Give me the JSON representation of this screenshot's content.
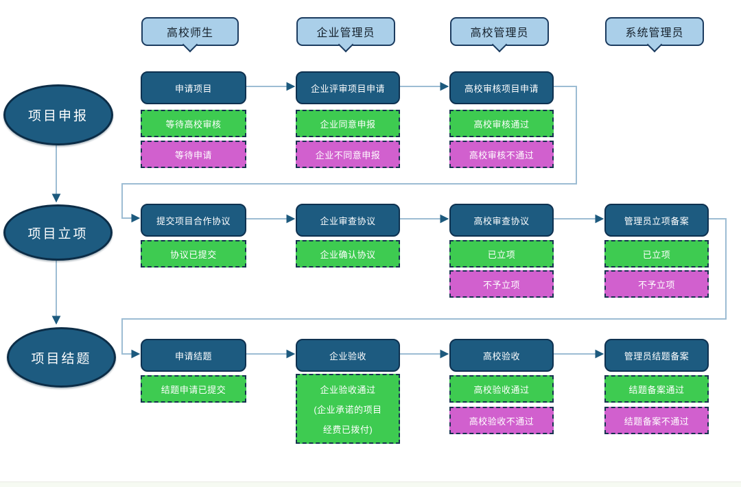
{
  "lanes": [
    {
      "label": "高校师生"
    },
    {
      "label": "企业管理员"
    },
    {
      "label": "高校管理员"
    },
    {
      "label": "系统管理员"
    }
  ],
  "phases": [
    {
      "label": "项目申报"
    },
    {
      "label": "项目立项"
    },
    {
      "label": "项目结题"
    }
  ],
  "rows": [
    {
      "steps": [
        {
          "action": "申请项目",
          "green": "等待高校审核",
          "pink": "等待申请"
        },
        {
          "action": "企业评审项目申请",
          "green": "企业同意申报",
          "pink": "企业不同意申报"
        },
        {
          "action": "高校审核项目申请",
          "green": "高校审核通过",
          "pink": "高校审核不通过"
        }
      ]
    },
    {
      "steps": [
        {
          "action": "提交项目合作协议",
          "green": "协议已提交"
        },
        {
          "action": "企业审查协议",
          "green": "企业确认协议"
        },
        {
          "action": "高校审查协议",
          "green": "已立项",
          "pink": "不予立项"
        },
        {
          "action": "管理员立项备案",
          "green": "已立项",
          "pink": "不予立项"
        }
      ]
    },
    {
      "steps": [
        {
          "action": "申请结题",
          "green": "结题申请已提交"
        },
        {
          "action": "企业验收",
          "green_lines": [
            "企业验收通过",
            "(企业承诺的项目",
            "经费已拨付)"
          ]
        },
        {
          "action": "高校验收",
          "green": "高校验收通过",
          "pink": "高校验收不通过"
        },
        {
          "action": "管理员结题备案",
          "green": "结题备案通过",
          "pink": "结题备案不通过"
        }
      ]
    }
  ],
  "colors": {
    "action_fill": "#1d5b80",
    "action_border": "#0e3150",
    "ellipse_border": "#0c2d47",
    "header_fill": "#aacfe9",
    "header_border": "#1b3b5f",
    "header_text": "#15202b",
    "green": "#3ecb51",
    "pink": "#d160ce",
    "dash_border": "#16324f",
    "line": "#9cbcd3",
    "arrow": "#1d5a7e",
    "footer": "#f6faf2"
  }
}
